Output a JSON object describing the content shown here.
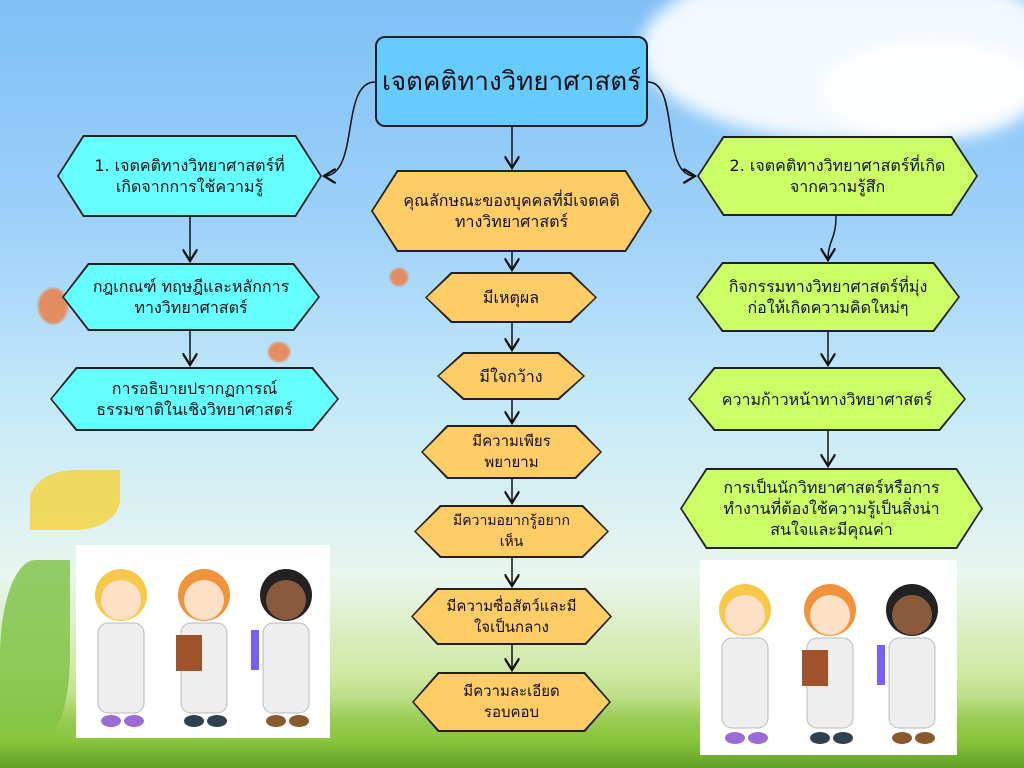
{
  "root": {
    "label": "เจตคติทางวิทยาศาสตร์"
  },
  "left": {
    "items": [
      {
        "label": "1. เจตคติทางวิทยาศาสตร์ที่เกิดจากการใช้ความรู้"
      },
      {
        "label": "กฎเกณฑ์ ทฤษฎีและหลักการทางวิทยาศาสตร์"
      },
      {
        "label": "การอธิบายปรากฏการณ์ธรรมชาติในเชิงวิทยาศาสตร์"
      }
    ]
  },
  "middle": {
    "items": [
      {
        "label": "คุณลักษณะของบุคคลที่มีเจตคติทางวิทยาศาสตร์"
      },
      {
        "label": "มีเหตุผล"
      },
      {
        "label": "มีใจกว้าง"
      },
      {
        "label": "มีความเพียรพยายาม"
      },
      {
        "label": "มีความอยากรู้อยากเห็น"
      },
      {
        "label": "มีความซื่อสัตว์และมีใจเป็นกลาง"
      },
      {
        "label": "มีความละเอียดรอบคอบ"
      }
    ]
  },
  "right": {
    "items": [
      {
        "label": "2. เจตคติทางวิทยาศาสตร์ที่เกิดจากความรู้สึก"
      },
      {
        "label": "กิจกรรมทางวิทยาศาสตร์ที่มุ่งก่อให้เกิดความคิดใหม่ๆ"
      },
      {
        "label": "ความก้าวหน้าทางวิทยาศาสตร์"
      },
      {
        "label": "การเป็นนักวิทยาศาสตร์หรือการทำงานที่ต้องใช้ความรู้เป็นสิ่งน่าสนใจและมีคุณค่า"
      }
    ]
  },
  "colors": {
    "root": "#66ccff",
    "left": "#66ffff",
    "middle": "#ffcc66",
    "right": "#ccff66"
  }
}
